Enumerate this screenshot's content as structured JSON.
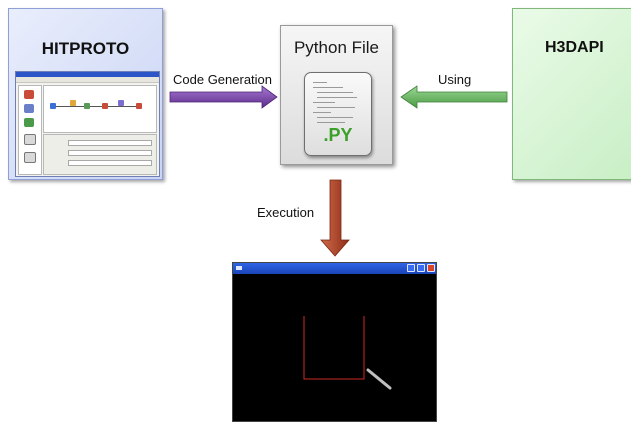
{
  "hitproto": {
    "title": "HITPROTO"
  },
  "python_file": {
    "title": "Python File",
    "extension": ".PY"
  },
  "h3dapi": {
    "title": "H3DAPI"
  },
  "arrows": {
    "code_generation": {
      "label": "Code Generation",
      "color": "#7a3fa8"
    },
    "using": {
      "label": "Using",
      "color": "#62b45a"
    },
    "execution": {
      "label": "Execution",
      "color": "#b5472a"
    }
  },
  "colors": {
    "hitproto_fill": "#c9d4f5",
    "h3dapi_fill": "#c8efc5",
    "python_fill": "#dcdcdc",
    "output_background": "#000000",
    "output_line": "#cc2a2a",
    "output_stylus": "#c0c0c0"
  },
  "icons": {
    "hitproto_screenshot": "editor-window-thumbnail",
    "file": "python-file-icon",
    "output": "h3d-output-window"
  }
}
